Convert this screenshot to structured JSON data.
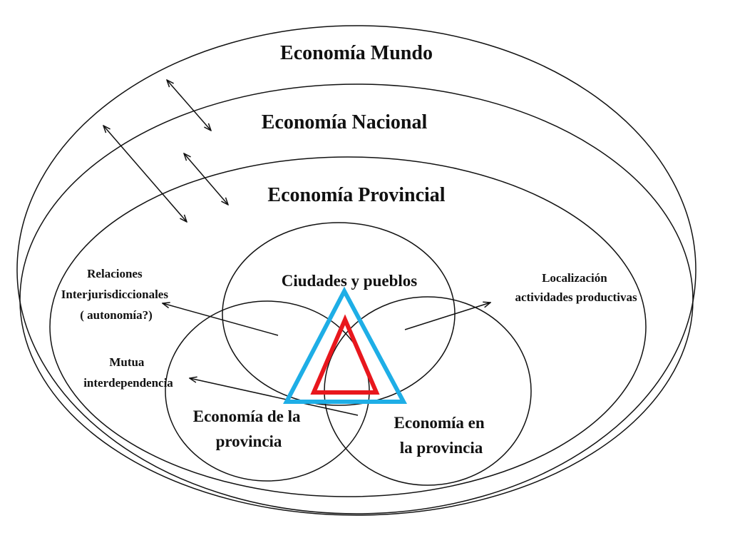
{
  "labels": {
    "economia_mundo": "Economía Mundo",
    "economia_nacional": "Economía Nacional",
    "economia_provincial": "Economía Provincial",
    "ciudades_y_pueblos": "Ciudades y pueblos",
    "economia_de_la_provincia": [
      "Economía de la",
      "provincia"
    ],
    "economia_en_la_provincia": [
      "Economía en",
      "la provincia"
    ],
    "relaciones": [
      "Relaciones",
      "Interjurisdiccionales",
      "( autonomía?)"
    ],
    "localizacion": [
      "Localización",
      "actividades productivas"
    ],
    "mutua": [
      "Mutua",
      "interdependencia"
    ]
  },
  "colors": {
    "outer_triangle": "#1eaee6",
    "inner_triangle": "#e8171d",
    "lines": "#111111"
  }
}
